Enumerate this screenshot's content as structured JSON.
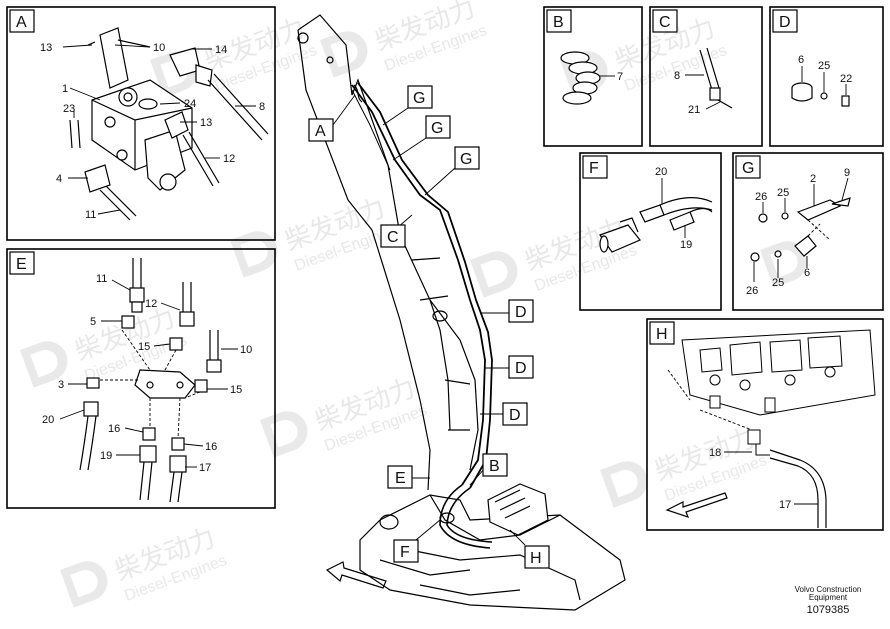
{
  "panels": {
    "A": {
      "letter": "A",
      "callouts": {
        "c13a": "13",
        "c10": "10",
        "c14": "14",
        "c1": "1",
        "c24": "24",
        "c8": "8",
        "c23": "23",
        "c13b": "13",
        "c12": "12",
        "c4": "4",
        "c11": "11"
      }
    },
    "B": {
      "letter": "B",
      "callouts": {
        "c7": "7"
      }
    },
    "C": {
      "letter": "C",
      "callouts": {
        "c8": "8",
        "c21": "21"
      }
    },
    "D": {
      "letter": "D",
      "callouts": {
        "c6": "6",
        "c25": "25",
        "c22": "22"
      }
    },
    "E": {
      "letter": "E",
      "callouts": {
        "c11": "11",
        "c12": "12",
        "c5": "5",
        "c15a": "15",
        "c10": "10",
        "c3": "3",
        "c15b": "15",
        "c20": "20",
        "c16a": "16",
        "c16b": "16",
        "c19": "19",
        "c17": "17"
      }
    },
    "F": {
      "letter": "F",
      "callouts": {
        "c20": "20",
        "c19": "19"
      }
    },
    "G": {
      "letter": "G",
      "callouts": {
        "c26a": "26",
        "c25a": "25",
        "c2": "2",
        "c9": "9",
        "c26b": "26",
        "c25b": "25",
        "c6": "6"
      }
    },
    "H": {
      "letter": "H",
      "callouts": {
        "c18": "18",
        "c17": "17"
      }
    }
  },
  "main_tags": {
    "A": "A",
    "G1": "G",
    "G2": "G",
    "G3": "G",
    "C": "C",
    "D1": "D",
    "D2": "D",
    "D3": "D",
    "E": "E",
    "B": "B",
    "F": "F",
    "H": "H"
  },
  "watermark": {
    "brand_cn": "柴发动力",
    "brand_en": "Diesel-Engines"
  },
  "footer": {
    "line1": "Volvo Construction",
    "line2": "Equipment",
    "doc_number": "1079385"
  }
}
